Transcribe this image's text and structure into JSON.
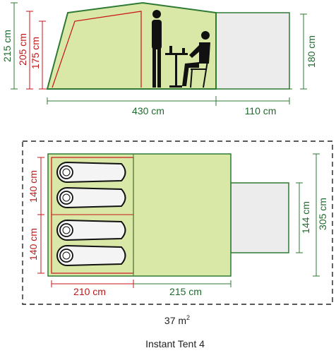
{
  "side_view": {
    "height_total": "215 cm",
    "height_inner": "205 cm",
    "height_bedroom": "175 cm",
    "height_porch": "180 cm",
    "length_main": "430 cm",
    "length_porch": "110 cm"
  },
  "floor_plan": {
    "bedroom_width_upper": "140 cm",
    "bedroom_width_lower": "140 cm",
    "bedroom_depth": "210 cm",
    "living_depth": "215 cm",
    "porch_width": "144 cm",
    "total_width": "305 cm"
  },
  "area": {
    "value": "37 m",
    "unit_sup": "2"
  },
  "product_name": "Instant Tent 4",
  "colors": {
    "tent_fill": "#d9e8a6",
    "tent_outline": "#2e7a34",
    "porch_fill": "#ececec",
    "dimension_green": "#2e7a34",
    "dimension_red": "#c8141a"
  }
}
